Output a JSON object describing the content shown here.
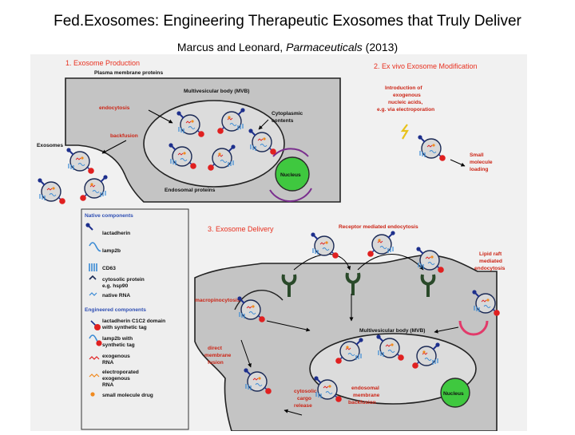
{
  "slide": {
    "title": "Fed.Exosomes: Engineering Therapeutic Exosomes that Truly Deliver",
    "authors": "Marcus and Leonard,",
    "journal": "Parmaceuticals",
    "year": "(2013)"
  },
  "panel1": {
    "heading": "1. Exosome Production",
    "plasma_membrane": "Plasma membrane proteins",
    "mvb": "Multivesicular body (MVB)",
    "endocytosis": "endocytosis",
    "cytoplasmic": [
      "Cytoplasmic",
      "contents"
    ],
    "backfusion": "backfusion",
    "exosomes": "Exosomes",
    "nucleus": "Nucleus",
    "endosomal": "Endosomal proteins"
  },
  "panel2": {
    "heading": "2. Ex vivo Exosome Modification",
    "intro": [
      "Introduction of",
      "exogenous",
      "nucleic acids,",
      "e.g. via electroporation"
    ],
    "small_molecule": [
      "Small",
      "molecule",
      "loading"
    ]
  },
  "legend": {
    "native_heading": "Native components",
    "native": [
      "lactadherin",
      "lamp2b",
      "CD63",
      "cytosolic protein",
      "e.g. hsp90",
      "native RNA"
    ],
    "engineered_heading": "Engineered components",
    "engineered": [
      "lactadherin C1C2 domain",
      "with synthetic tag",
      "lamp2b with",
      "synthetic tag",
      "exogenous",
      "RNA",
      "electroporated",
      "exogenous",
      "RNA",
      "small molecule drug"
    ]
  },
  "panel3": {
    "heading": "3. Exosome Delivery",
    "receptor": "Receptor mediated endocytosis",
    "lipid_raft": [
      "Lipid raft",
      "mediated",
      "endocytosis"
    ],
    "macropinocytosis": "macropinocytosis",
    "mvb": "Multivesicular body (MVB)",
    "direct_fusion": [
      "direct",
      "membrane",
      "fusion"
    ],
    "cytosolic_release": [
      "cytosolic",
      "cargo",
      "release"
    ],
    "endosomal_backfusion": [
      "endosomal",
      "membrane",
      "backfusion"
    ],
    "nucleus": "Nucleus"
  },
  "colors": {
    "red_heading": "#e8301f",
    "blue_heading": "#2f4fb4",
    "cell": "#c4c4c4",
    "nucleus": "#3fc83f",
    "lactadherin": "#e02020",
    "lamp2b": "#1d2f8c",
    "cd63": "#3a8ad4"
  }
}
